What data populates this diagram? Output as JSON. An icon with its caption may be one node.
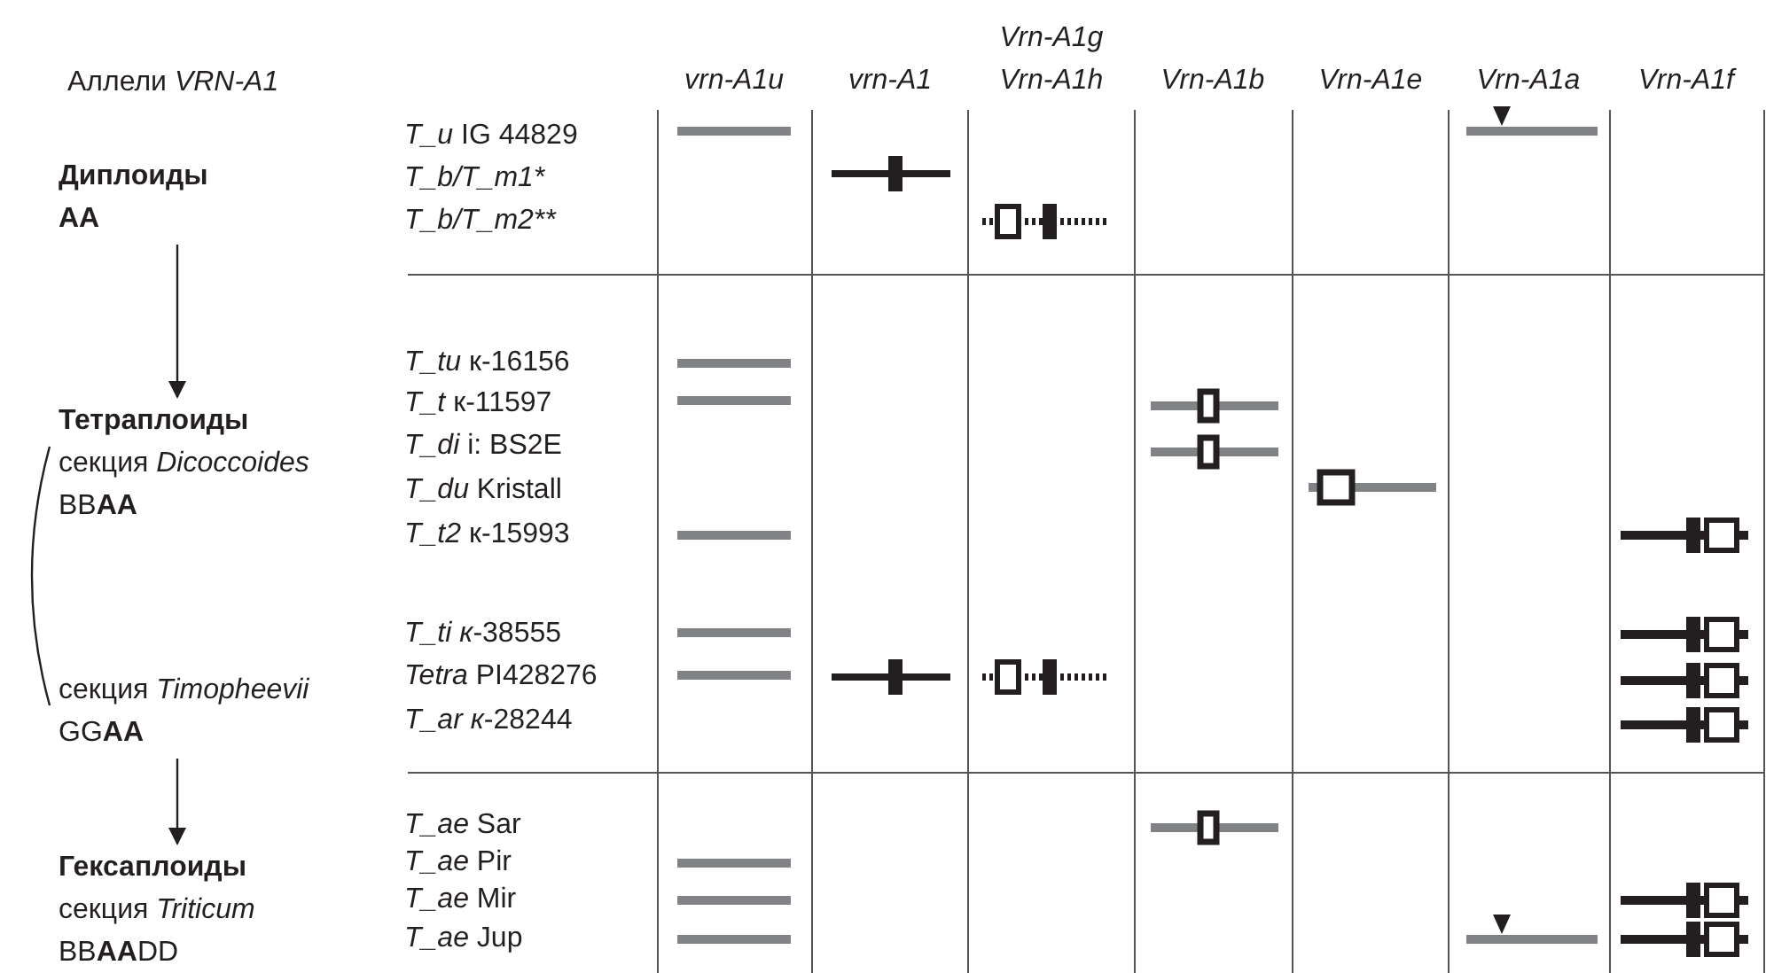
{
  "diagram": {
    "nodes": [
      {
        "text": [
          "Диплоиды",
          "AA"
        ]
      },
      {
        "text": [
          "Тетраплоиды",
          "секция *Dicoccoides*",
          "BB**AA**"
        ]
      },
      {
        "text": [
          "секция *Timopheevii*",
          "GG**AA**"
        ]
      },
      {
        "text": [
          "Гексаплоиды",
          "секция *Triticum*",
          "BB**AA**DD"
        ]
      }
    ],
    "edges": [
      {
        "from": 0,
        "to": 1,
        "arrow": "to"
      },
      {
        "from": 2,
        "to": 3,
        "arrow": "to"
      }
    ],
    "labels": [
      "Аллели *VRN-A1*",
      "vrn-A1u",
      "vrn-A1",
      "Vrn-A1g Vrn-A1h",
      "Vrn-A1b",
      "Vrn-A1e",
      "Vrn-A1a",
      "Vrn-A1f",
      "*T_u* IG 44829",
      "T_b/T_m1*",
      "T_b/T_m2**",
      "*T_tu* к-16156",
      "*T_t* к-11597",
      "*T_di* i: BS2E",
      "*T_du* Kristall",
      "*T_t2* к-15993",
      "*T_ti* *к*-38555",
      "*Tetra* PI428276",
      "*T_ar* *к*-28244",
      "*T_ae* Sar",
      "*T_ae* Pir",
      "*T_ae* Mir",
      "*T_ae* Jup"
    ]
  }
}
